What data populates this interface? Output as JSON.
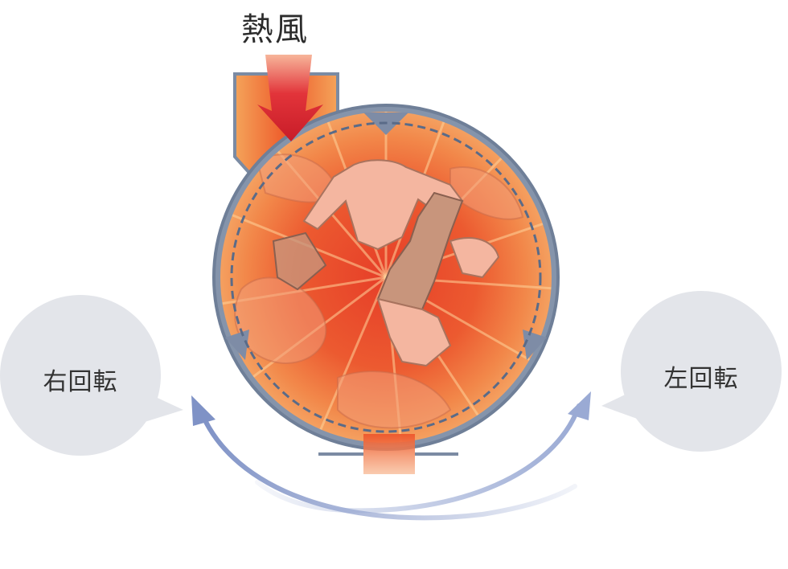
{
  "diagram": {
    "heat_air_label": "熱風",
    "right_rotation_label": "右回転",
    "left_rotation_label": "左回転"
  },
  "colors": {
    "drum_outline": "#7b8ba3",
    "drum_fill_core": "#e8482c",
    "drum_fill_outer": "#f07a3c",
    "arrow_red": "#cc1f2a",
    "rotation_arrow": "#8a9ccc",
    "bubble": "#e3e5ea",
    "clothing_pink": "#f2b49e",
    "clothing_brown": "#c8957c"
  }
}
